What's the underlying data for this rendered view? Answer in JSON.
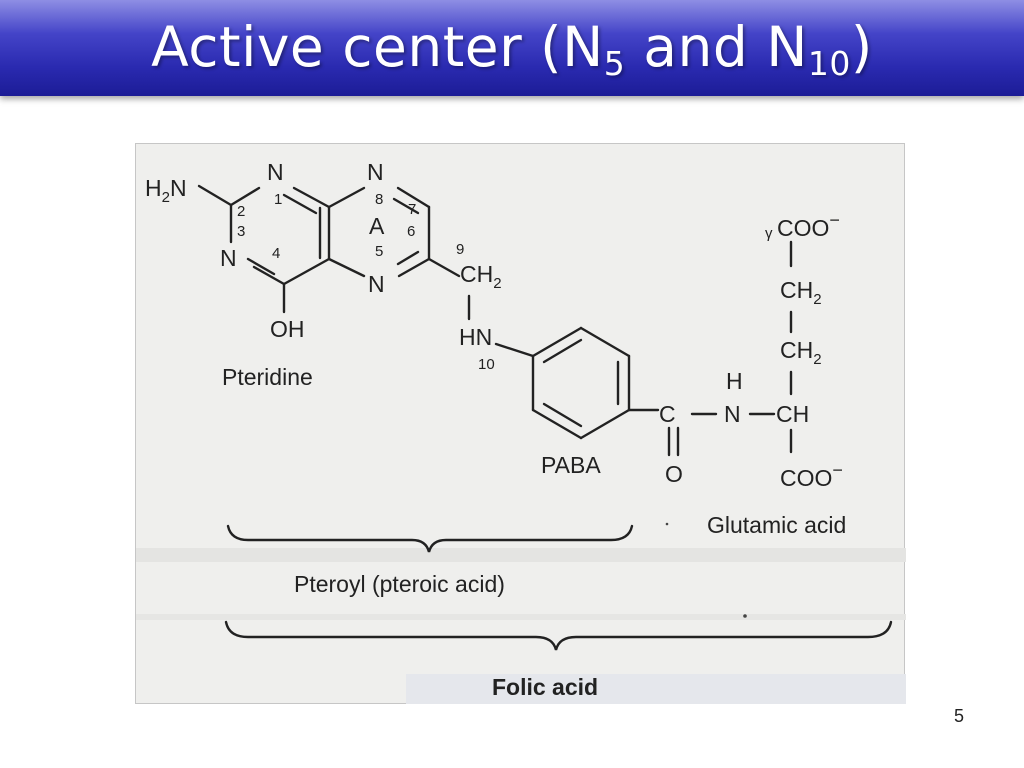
{
  "slide": {
    "title_main": "Active center (N",
    "title_sub1": "5",
    "title_mid": " and N",
    "title_sub2": "10",
    "title_end": ")",
    "page_number": "5"
  },
  "figure": {
    "atoms": {
      "h2n_h": "H",
      "h2n_2": "2",
      "h2n_n": "N",
      "n1": "N",
      "n3": "N",
      "n8": "N",
      "n5": "N",
      "ring_a": "A",
      "oh": "OH",
      "ch2_c": "CH",
      "ch2_2": "2",
      "hn": "HN",
      "carbonyl_c": "C",
      "carbonyl_o": "O",
      "amide_h": "H",
      "amide_n": "N",
      "alpha_ch": "CH",
      "gamma": "γ",
      "gamma_coo": "COO",
      "gamma_minus": "−",
      "g_ch2a_c": "CH",
      "g_ch2a_2": "2",
      "g_ch2b_c": "CH",
      "g_ch2b_2": "2",
      "alpha_coo": "COO",
      "alpha_minus": "−"
    },
    "numbers": {
      "n_1": "1",
      "n_2": "2",
      "n_3": "3",
      "n_4": "4",
      "n_5": "5",
      "n_6": "6",
      "n_7": "7",
      "n_8": "8",
      "n_9": "9",
      "n_10": "10"
    },
    "labels": {
      "pteridine": "Pteridine",
      "paba": "PABA",
      "glutamic_acid": "Glutamic acid",
      "pteroyl": "Pteroyl (pteroic acid)",
      "folic_acid": "Folic acid"
    }
  }
}
